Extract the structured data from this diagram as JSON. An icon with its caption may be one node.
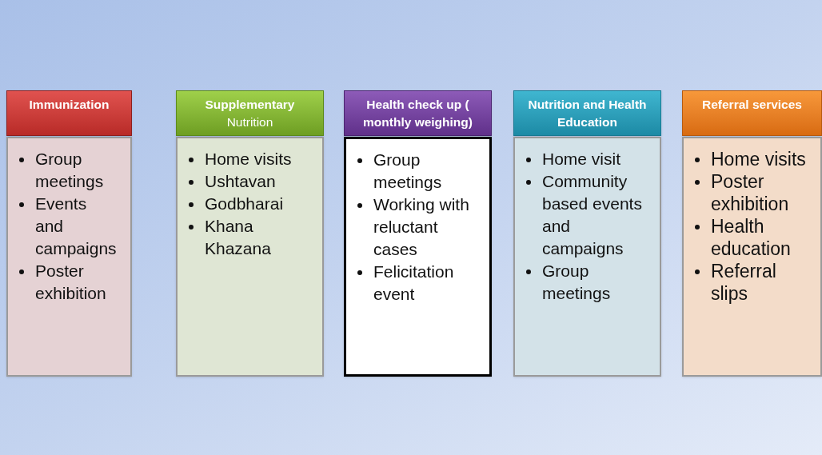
{
  "diagram": {
    "nodes": [
      {
        "text": [
          "Immunization"
        ]
      },
      {
        "text": [
          "Group meetings",
          "Events and campaigns",
          "Poster exhibition"
        ]
      },
      {
        "text": [
          "**Supplementary** Nutrition"
        ]
      },
      {
        "text": [
          "Home visits",
          "Ushtavan",
          "Godbharai",
          "Khana Khazana"
        ]
      },
      {
        "text": [
          "Health check up ( monthly weighing)"
        ]
      },
      {
        "text": [
          "Group meetings",
          "Working with reluctant cases",
          "Felicitation event"
        ]
      },
      {
        "text": [
          "Nutrition and Health Education"
        ]
      },
      {
        "text": [
          "Home visit",
          "Community based events and campaigns",
          "Group meetings"
        ]
      },
      {
        "text": [
          "Referral services"
        ]
      },
      {
        "text": [
          "Home visits",
          "Poster exhibition",
          "Health education",
          "Referral slips"
        ]
      }
    ]
  }
}
